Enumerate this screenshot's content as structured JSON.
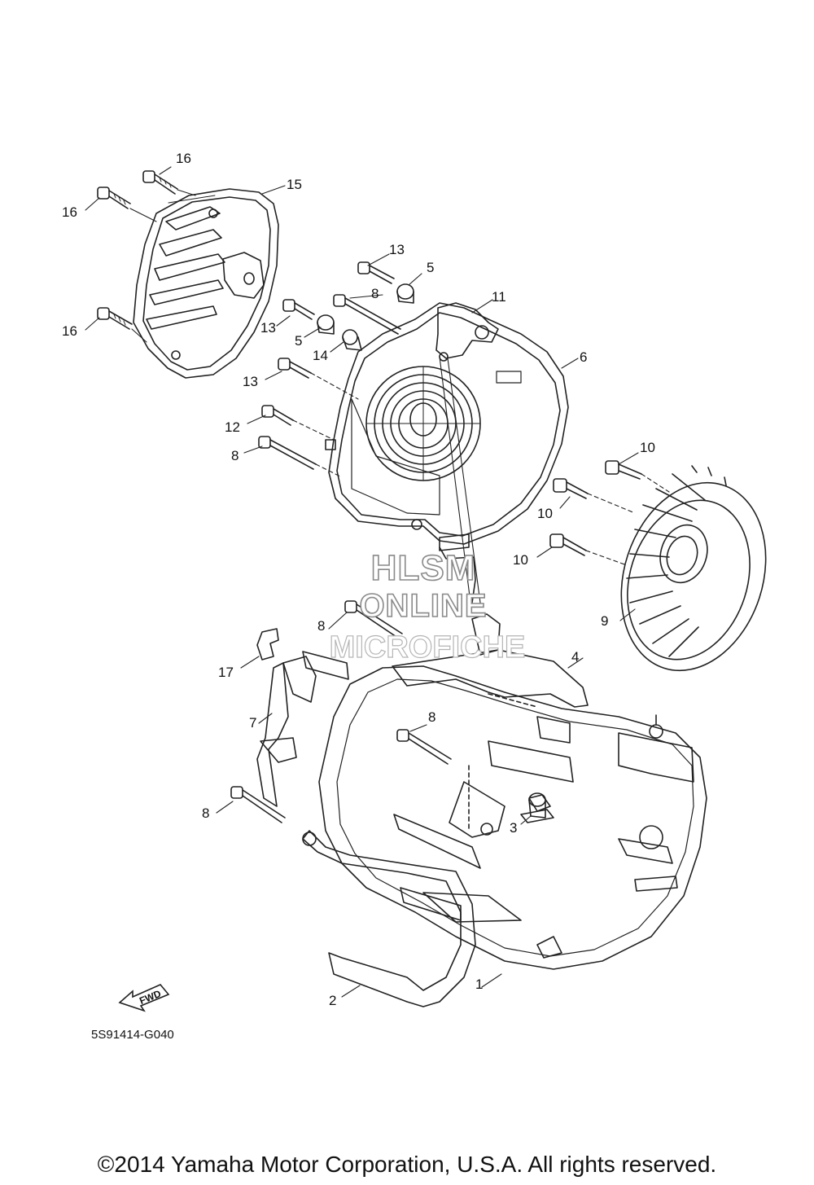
{
  "callouts": [
    "1",
    "2",
    "3",
    "4",
    "5",
    "6",
    "7",
    "8",
    "9",
    "10",
    "11",
    "12",
    "13",
    "14",
    "15",
    "16",
    "17"
  ],
  "callout_instances": [
    {
      "label": "16"
    },
    {
      "label": "16"
    },
    {
      "label": "15"
    },
    {
      "label": "16"
    },
    {
      "label": "13"
    },
    {
      "label": "5"
    },
    {
      "label": "8"
    },
    {
      "label": "11"
    },
    {
      "label": "13"
    },
    {
      "label": "5"
    },
    {
      "label": "14"
    },
    {
      "label": "6"
    },
    {
      "label": "13"
    },
    {
      "label": "12"
    },
    {
      "label": "8"
    },
    {
      "label": "10"
    },
    {
      "label": "10"
    },
    {
      "label": "10"
    },
    {
      "label": "9"
    },
    {
      "label": "8"
    },
    {
      "label": "17"
    },
    {
      "label": "4"
    },
    {
      "label": "7"
    },
    {
      "label": "8"
    },
    {
      "label": "8"
    },
    {
      "label": "3"
    },
    {
      "label": "1"
    },
    {
      "label": "2"
    }
  ],
  "watermark": {
    "line1": "HLSM",
    "line2": "ONLINE",
    "line3": "MICROFICHE"
  },
  "fwd_label": "FWD",
  "diagram_ref": "5S91414-G040",
  "copyright": "©2014 Yamaha Motor Corporation, U.S.A. All rights reserved."
}
